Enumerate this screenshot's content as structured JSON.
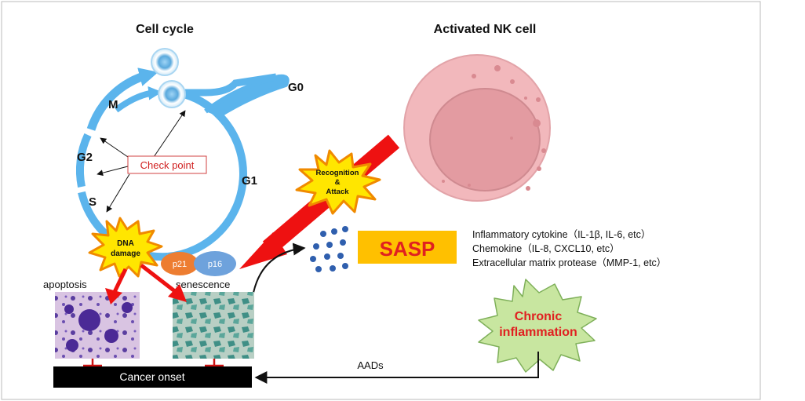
{
  "titles": {
    "cell_cycle": "Cell cycle",
    "nk_cell": "Activated NK cell"
  },
  "phases": {
    "m": "M",
    "g2": "G2",
    "s": "S",
    "g1": "G1",
    "g0": "G0"
  },
  "check_point": "Check point",
  "dna_damage": {
    "line1": "DNA",
    "line2": "damage"
  },
  "recognition": {
    "line1": "Recognition",
    "line2": "&",
    "line3": "Attack"
  },
  "proteins": {
    "p21": "p21",
    "p16": "p16"
  },
  "labels": {
    "apoptosis": "apoptosis",
    "senescence": "senescence",
    "cancer_onset": "Cancer onset",
    "aads": "AADs"
  },
  "sasp": {
    "title": "SASP",
    "lines": [
      "Inflammatory cytokine（IL-1β, IL-6, etc）",
      "Chemokine（IL-8, CXCL10, etc）",
      "Extracellular matrix protease（MMP-1, etc）"
    ]
  },
  "chronic": {
    "line1": "Chronic",
    "line2": "inflammation"
  },
  "colors": {
    "cycle_blue": "#5bb4ec",
    "arrow_red": "#ee1111",
    "burst_yellow": "#ffe600",
    "burst_orange": "#f08a00",
    "sasp_box": "#ffc000",
    "sasp_text": "#e02020",
    "chronic_green": "#c8e6a0",
    "nk_outer": "#f2b8bc",
    "nk_inner": "#e39ba1",
    "p21": "#ed7d31",
    "p16": "#6ea2dc",
    "cancer_bar": "#000000"
  }
}
